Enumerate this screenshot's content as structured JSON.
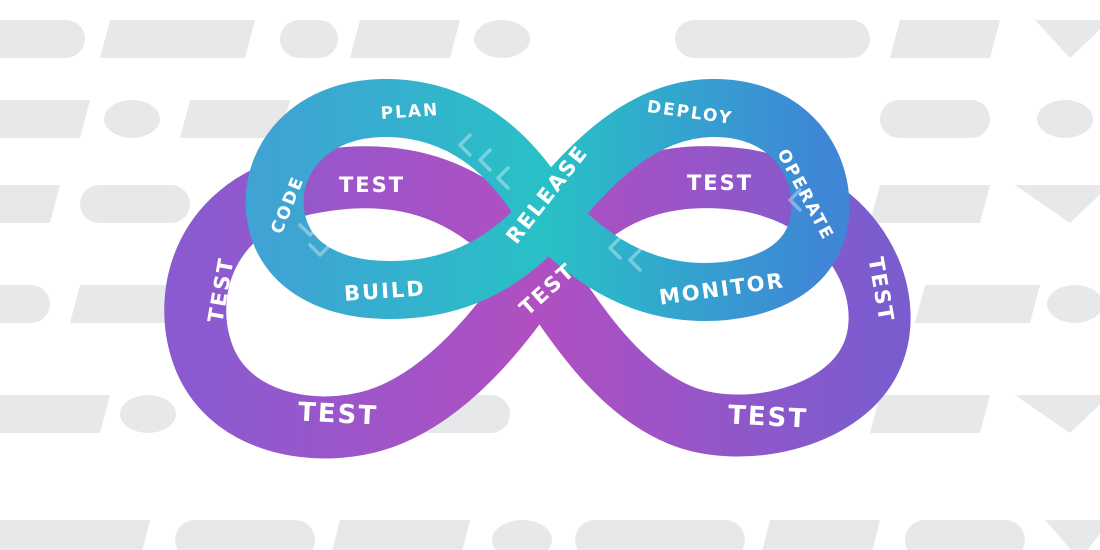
{
  "colors": {
    "background": "#ffffff",
    "stripe": "#e7e8ea",
    "outer_loop_start": "#7b5fd0",
    "outer_loop_end": "#b04fc1",
    "inner_loop_start": "#4f7fd6",
    "inner_loop_end": "#27bfc9"
  },
  "inner_loop": {
    "plan": "PLAN",
    "code": "CODE",
    "build": "BUILD",
    "release": "RELEASE",
    "deploy": "DEPLOY",
    "operate": "OPERATE",
    "monitor": "MONITOR",
    "test_left": "TEST",
    "test_right": "TEST",
    "test_center": "TEST"
  },
  "outer_loop": {
    "test_left": "TEST",
    "test_bottom_left": "TEST",
    "test_right": "TEST",
    "test_bottom_right": "TEST"
  }
}
